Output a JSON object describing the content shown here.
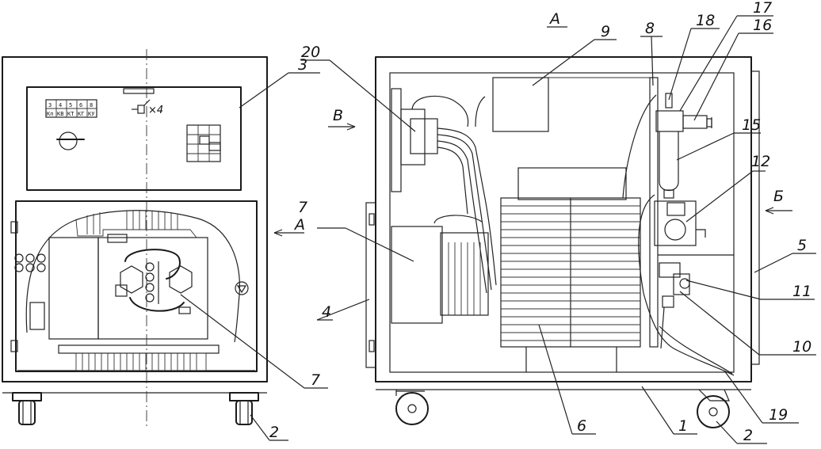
{
  "labels": {
    "n1": "1",
    "n2a": "2",
    "n2b": "2",
    "n3": "3",
    "n4": "4",
    "n5": "5",
    "n6": "6",
    "n7a": "7",
    "n7b": "7",
    "n8": "8",
    "n9": "9",
    "n10": "10",
    "n11": "11",
    "n12": "12",
    "n15": "15",
    "n16": "16",
    "n17": "17",
    "n18": "18",
    "n19": "19",
    "n20": "20"
  },
  "view_marks": {
    "a_top": "А",
    "a_left": "А",
    "b_left": "В",
    "b_right": "Б"
  },
  "panel": {
    "mult": "×4",
    "table_top": [
      "3",
      "4",
      "5",
      "6",
      "8"
    ],
    "table_bot": [
      "Кп",
      "КВ",
      "КТ",
      "КГ",
      "КУ"
    ]
  }
}
